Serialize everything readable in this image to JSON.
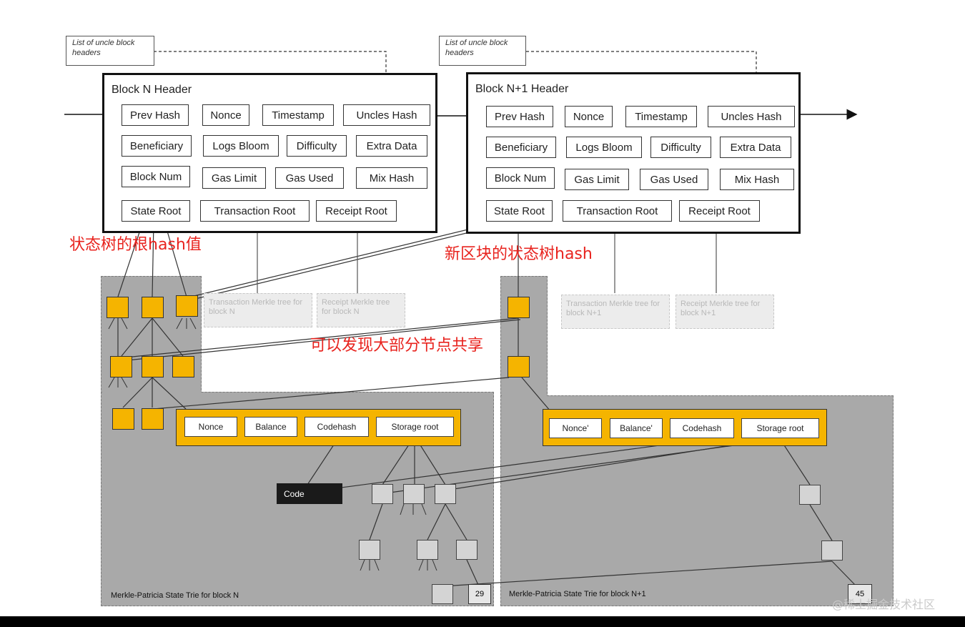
{
  "notes": {
    "left": "List of uncle block headers",
    "right": "List of uncle block headers"
  },
  "block_n": {
    "title": "Block N Header",
    "fields": [
      "Prev Hash",
      "Nonce",
      "Timestamp",
      "Uncles Hash",
      "Beneficiary",
      "Logs Bloom",
      "Difficulty",
      "Extra Data",
      "Block Num",
      "Gas Limit",
      "Gas Used",
      "Mix Hash",
      "State Root",
      "Transaction Root",
      "Receipt Root"
    ]
  },
  "block_n1": {
    "title": "Block N+1 Header",
    "fields": [
      "Prev Hash",
      "Nonce",
      "Timestamp",
      "Uncles Hash",
      "Beneficiary",
      "Logs Bloom",
      "Difficulty",
      "Extra Data",
      "Block Num",
      "Gas Limit",
      "Gas Used",
      "Mix Hash",
      "State Root",
      "Transaction Root",
      "Receipt Root"
    ]
  },
  "ghosts": {
    "tx_n": "Transaction Merkle tree for block N",
    "rc_n": "Receipt Merkle tree for block N",
    "tx_n1": "Transaction Merkle tree for block N+1",
    "rc_n1": "Receipt Merkle tree for block N+1"
  },
  "account_n": [
    "Nonce",
    "Balance",
    "Codehash",
    "Storage root"
  ],
  "account_n1": [
    "Nonce'",
    "Balance'",
    "Codehash",
    "Storage root"
  ],
  "code_label": "Code",
  "trie_labels": {
    "left": "Merkle-Patricia State Trie for block N",
    "right": "Merkle-Patricia State Trie for block N+1"
  },
  "numbers": {
    "left": "29",
    "right": "45"
  },
  "annotations": {
    "state_root": "状态树的根hash值",
    "new_block": "新区块的状态树hash",
    "shared": "可以发现大部分节点共享"
  },
  "watermark": "@稀土掘金技术社区"
}
